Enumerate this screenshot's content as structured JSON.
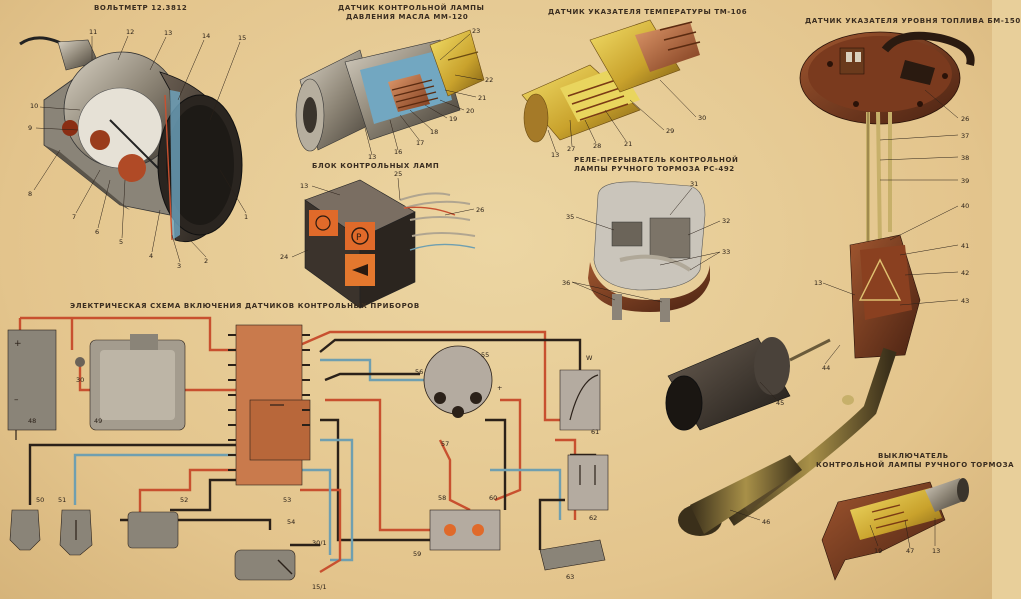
{
  "titles": {
    "voltmeter": "ВОЛЬТМЕТР 12.3812",
    "oil_sensor_1": "ДАТЧИК КОНТРОЛЬНОЙ ЛАМПЫ",
    "oil_sensor_2": "ДАВЛЕНИЯ МАСЛА ММ-120",
    "temp_sensor": "ДАТЧИК УКАЗАТЕЛЯ ТЕМПЕРАТУРЫ ТМ-106",
    "fuel_sensor": "ДАТЧИК УКАЗАТЕЛЯ УРОВНЯ ТОПЛИВА БМ-150",
    "lamp_block": "БЛОК КОНТРОЛЬНЫХ ЛАМП",
    "relay_1": "РЕЛЕ-ПРЕРЫВАТЕЛЬ КОНТРОЛЬНОЙ",
    "relay_2": "ЛАМПЫ РУЧНОГО ТОРМОЗА РС-492",
    "schematic": "ЭЛЕКТРИЧЕСКАЯ СХЕМА ВКЛЮЧЕНИЯ ДАТЧИКОВ КОНТРОЛЬНЫХ ПРИБОРОВ",
    "brake_switch_1": "ВЫКЛЮЧАТЕЛЬ",
    "brake_switch_2": "КОНТРОЛЬНОЙ ЛАМПЫ РУЧНОГО ТОРМОЗА"
  },
  "labels": {
    "voltmeter": [
      "11",
      "12",
      "13",
      "14",
      "15",
      "10",
      "9",
      "8",
      "7",
      "6",
      "5",
      "4",
      "3",
      "2",
      "1"
    ],
    "oil": [
      "23",
      "22",
      "21",
      "20",
      "19",
      "18",
      "17",
      "16",
      "13"
    ],
    "temp": [
      "30",
      "29",
      "21",
      "28",
      "27",
      "13"
    ],
    "fuel": [
      "26",
      "37",
      "38",
      "39",
      "40",
      "41",
      "42",
      "43",
      "13",
      "44",
      "45",
      "46"
    ],
    "lamps": [
      "13",
      "25",
      "26",
      "24"
    ],
    "relay": [
      "31",
      "35",
      "32",
      "33",
      "36"
    ],
    "switch": [
      "19",
      "47",
      "13"
    ],
    "schematic": [
      "48",
      "49",
      "30",
      "50",
      "51",
      "52",
      "53",
      "54",
      "55",
      "56",
      "57",
      "58",
      "59",
      "60",
      "61",
      "62",
      "63",
      "30/1",
      "15/1",
      "W",
      "+"
    ]
  },
  "colors": {
    "wire_red": "#c8502f",
    "wire_blue": "#6f9fb0",
    "wire_dark": "#2b2119",
    "orange_block": "#c97a4c",
    "lamp_orange": "#e06a2a"
  }
}
